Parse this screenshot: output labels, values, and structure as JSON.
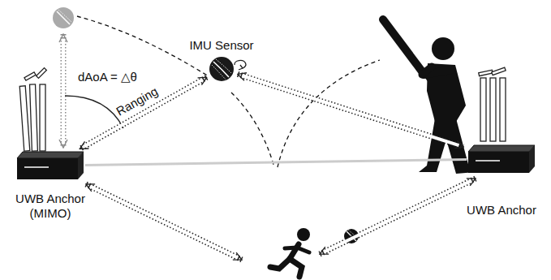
{
  "diagram": {
    "nodes": [
      {
        "text": [
          "UWB Anchor (MIMO)"
        ]
      },
      {
        "text": [
          "IMU Sensor"
        ]
      },
      {
        "text": [
          "UWB Anchor"
        ]
      }
    ],
    "edges": [
      {
        "from": 1,
        "to": 0,
        "arrow": "both",
        "label": "Ranging"
      },
      {
        "from": 1,
        "to": 2,
        "arrow": "both"
      },
      {
        "from": 0,
        "to": 2,
        "arrow": "none"
      }
    ],
    "labels": [
      "dAoA = △θ"
    ]
  }
}
